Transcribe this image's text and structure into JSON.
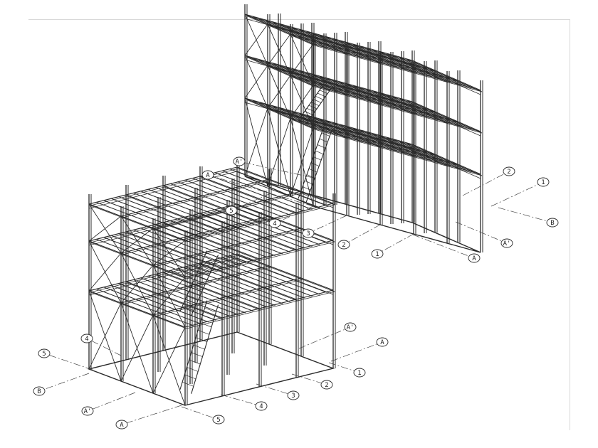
{
  "drawing": {
    "line_color": "#2a2a2a",
    "background": "#ffffff",
    "axis_color": "#444444"
  },
  "models": [
    {
      "name": "upper-structure",
      "axis_tags": [
        {
          "id": "upper-tag-A-left",
          "text": "A"
        },
        {
          "id": "upper-tag-Aprime-left",
          "text": "A'"
        },
        {
          "id": "upper-tag-5",
          "text": "5"
        },
        {
          "id": "upper-tag-4",
          "text": "4"
        },
        {
          "id": "upper-tag-3",
          "text": "3"
        },
        {
          "id": "upper-tag-2-bottom",
          "text": "2"
        },
        {
          "id": "upper-tag-1-bottom",
          "text": "1"
        },
        {
          "id": "upper-tag-A-right",
          "text": "A"
        },
        {
          "id": "upper-tag-Aprime-right",
          "text": "A'"
        },
        {
          "id": "upper-tag-B",
          "text": "B"
        },
        {
          "id": "upper-tag-1-top",
          "text": "1"
        },
        {
          "id": "upper-tag-2-top",
          "text": "2"
        }
      ]
    },
    {
      "name": "lower-structure",
      "axis_tags": [
        {
          "id": "lower-tag-5-left",
          "text": "5"
        },
        {
          "id": "lower-tag-4-left",
          "text": "4"
        },
        {
          "id": "lower-tag-B",
          "text": "B"
        },
        {
          "id": "lower-tag-Aprime-left",
          "text": "A'"
        },
        {
          "id": "lower-tag-A-left",
          "text": "A"
        },
        {
          "id": "lower-tag-5-bottom",
          "text": "5"
        },
        {
          "id": "lower-tag-4-bottom",
          "text": "4"
        },
        {
          "id": "lower-tag-3",
          "text": "3"
        },
        {
          "id": "lower-tag-2",
          "text": "2"
        },
        {
          "id": "lower-tag-1",
          "text": "1"
        },
        {
          "id": "lower-tag-A-right",
          "text": "A"
        },
        {
          "id": "lower-tag-Aprime-right",
          "text": "A'"
        }
      ]
    }
  ]
}
